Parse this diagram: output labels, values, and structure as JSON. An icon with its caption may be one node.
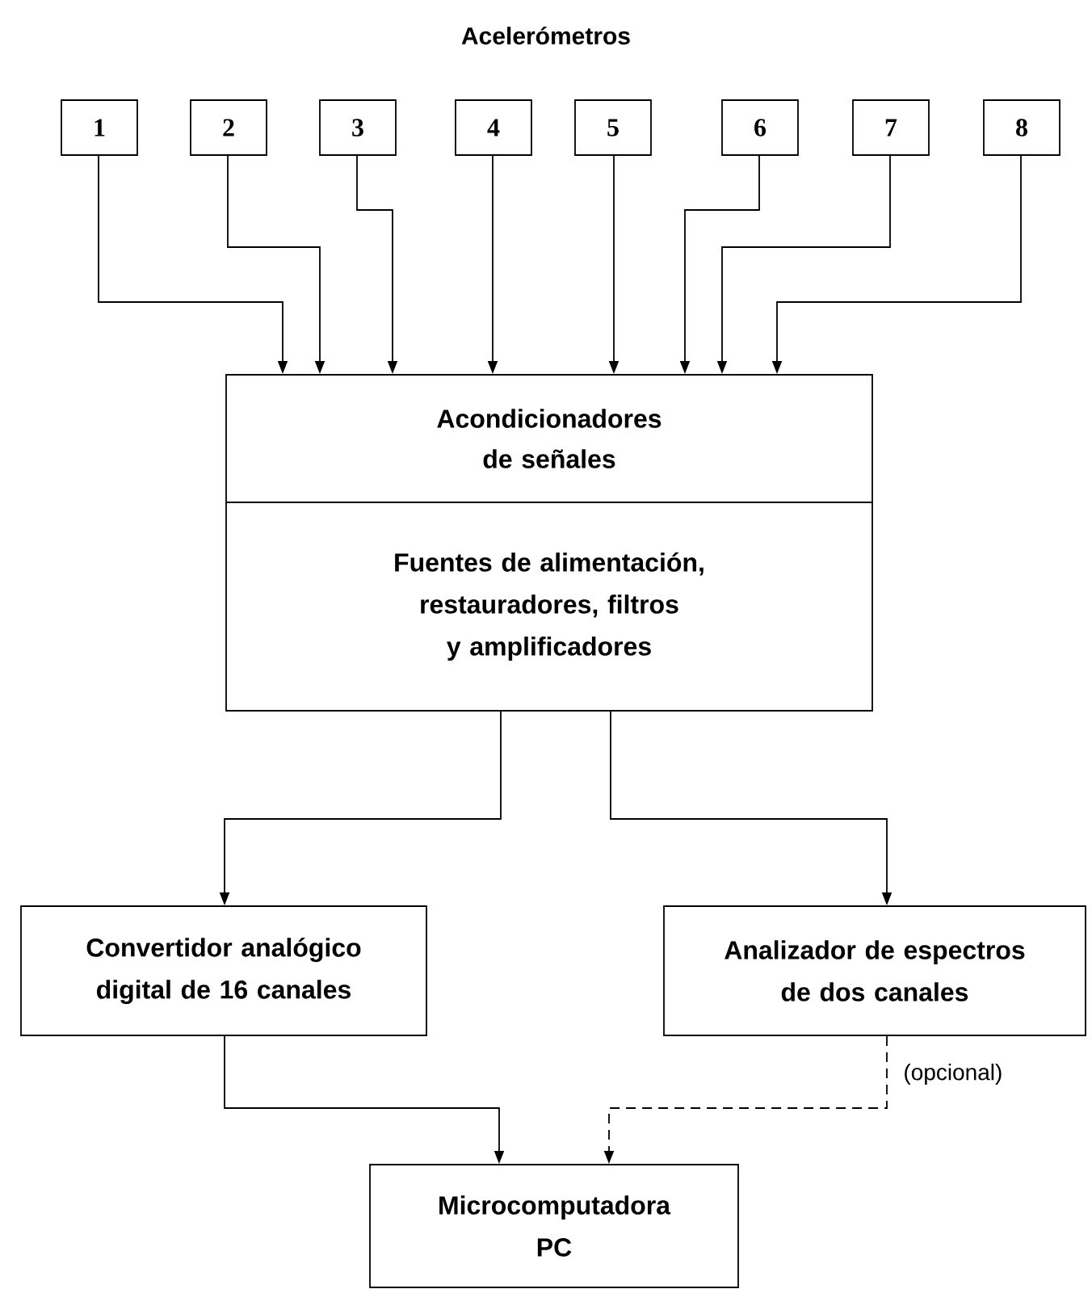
{
  "diagram": {
    "title": "Acelerómetros",
    "nodes": [
      {
        "text": [
          "1"
        ]
      },
      {
        "text": [
          "2"
        ]
      },
      {
        "text": [
          "3"
        ]
      },
      {
        "text": [
          "4"
        ]
      },
      {
        "text": [
          "5"
        ]
      },
      {
        "text": [
          "6"
        ]
      },
      {
        "text": [
          "7"
        ]
      },
      {
        "text": [
          "8"
        ]
      },
      {
        "text": [
          "Acondicionadores de señales",
          "Fuentes de alimentación, restauradores, filtros y amplificadores"
        ]
      },
      {
        "text": [
          "Convertidor analógico digital de 16 canales"
        ]
      },
      {
        "text": [
          "Analizador de espectros de dos canales"
        ]
      },
      {
        "text": [
          "Microcomputadora PC"
        ]
      }
    ],
    "edges": [
      {
        "from": 0,
        "to": 8,
        "arrow": "to"
      },
      {
        "from": 1,
        "to": 8,
        "arrow": "to"
      },
      {
        "from": 2,
        "to": 8,
        "arrow": "to"
      },
      {
        "from": 3,
        "to": 8,
        "arrow": "to"
      },
      {
        "from": 4,
        "to": 8,
        "arrow": "to"
      },
      {
        "from": 5,
        "to": 8,
        "arrow": "to"
      },
      {
        "from": 6,
        "to": 8,
        "arrow": "to"
      },
      {
        "from": 7,
        "to": 8,
        "arrow": "to"
      },
      {
        "from": 8,
        "to": 9,
        "arrow": "to"
      },
      {
        "from": 8,
        "to": 10,
        "arrow": "to"
      },
      {
        "from": 9,
        "to": 11,
        "arrow": "to"
      },
      {
        "from": 10,
        "to": 11,
        "arrow": "to",
        "style": "dashed",
        "label": "(opcional)"
      }
    ]
  }
}
